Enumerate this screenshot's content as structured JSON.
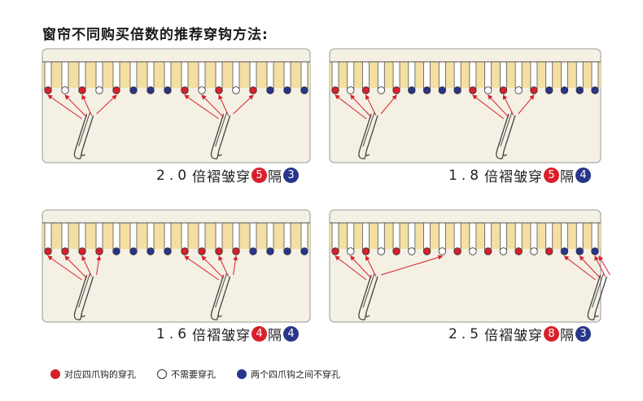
{
  "title": "窗帘不同购买倍数的推荐穿钩方法:",
  "colors": {
    "red": "#d8202a",
    "white": "#ffffff",
    "blue": "#27358a",
    "panel": "#f4f0e4",
    "band": "#f3dfa2"
  },
  "panels": [
    {
      "ratio": "2.0",
      "label": "倍褶皱穿",
      "red_count": "5",
      "gap_label": "隔",
      "blue_count": "3",
      "pattern": "RWRWRBBBRWRWRBBB",
      "hooks": [
        [
          0,
          1,
          2,
          4
        ],
        [
          8,
          9,
          10,
          12
        ]
      ]
    },
    {
      "ratio": "1.8",
      "label": "倍褶皱穿",
      "red_count": "5",
      "gap_label": "隔",
      "blue_count": "4",
      "pattern": "RWRWRBBBBRWRWRBBBB",
      "hooks": [
        [
          0,
          1,
          2,
          4
        ],
        [
          9,
          10,
          11,
          13
        ]
      ]
    },
    {
      "ratio": "1.6",
      "label": "倍褶皱穿",
      "red_count": "4",
      "gap_label": "隔",
      "blue_count": "4",
      "pattern": "RRRRBBBBRRRRBBBB",
      "hooks": [
        [
          0,
          1,
          2,
          3
        ],
        [
          8,
          9,
          10,
          11
        ]
      ]
    },
    {
      "ratio": "2.5",
      "label": "倍褶皱穿",
      "red_count": "8",
      "gap_label": "隔",
      "blue_count": "3",
      "pattern": "RWRWRWRWRWRWRWRBBB",
      "hooks": [
        [
          0,
          1,
          2,
          7
        ],
        [
          15,
          16,
          17,
          18
        ]
      ]
    }
  ],
  "legend": [
    {
      "color": "red",
      "text": "对应四爪钩的穿孔"
    },
    {
      "color": "white",
      "text": "不需要穿孔"
    },
    {
      "color": "blue",
      "text": "两个四爪钩之间不穿孔"
    }
  ]
}
